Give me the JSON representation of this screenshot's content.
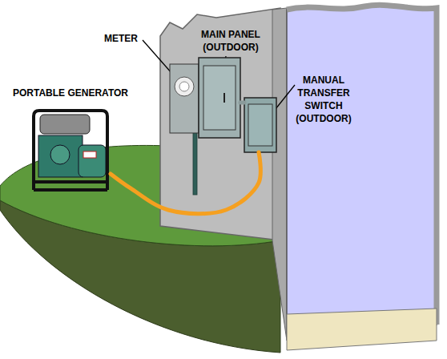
{
  "diagram": {
    "nodes": [
      {
        "text": [
          "PORTABLE GENERATOR"
        ]
      },
      {
        "text": [
          "METER"
        ]
      },
      {
        "text": [
          "MAIN PANEL (OUTDOOR)"
        ]
      },
      {
        "text": [
          "MANUAL TRANSFER SWITCH (OUTDOOR)"
        ]
      }
    ],
    "edges": [
      {
        "from": 0,
        "to": 3,
        "arrow": "none"
      },
      {
        "from": 2,
        "to": 3,
        "arrow": "none"
      }
    ]
  }
}
